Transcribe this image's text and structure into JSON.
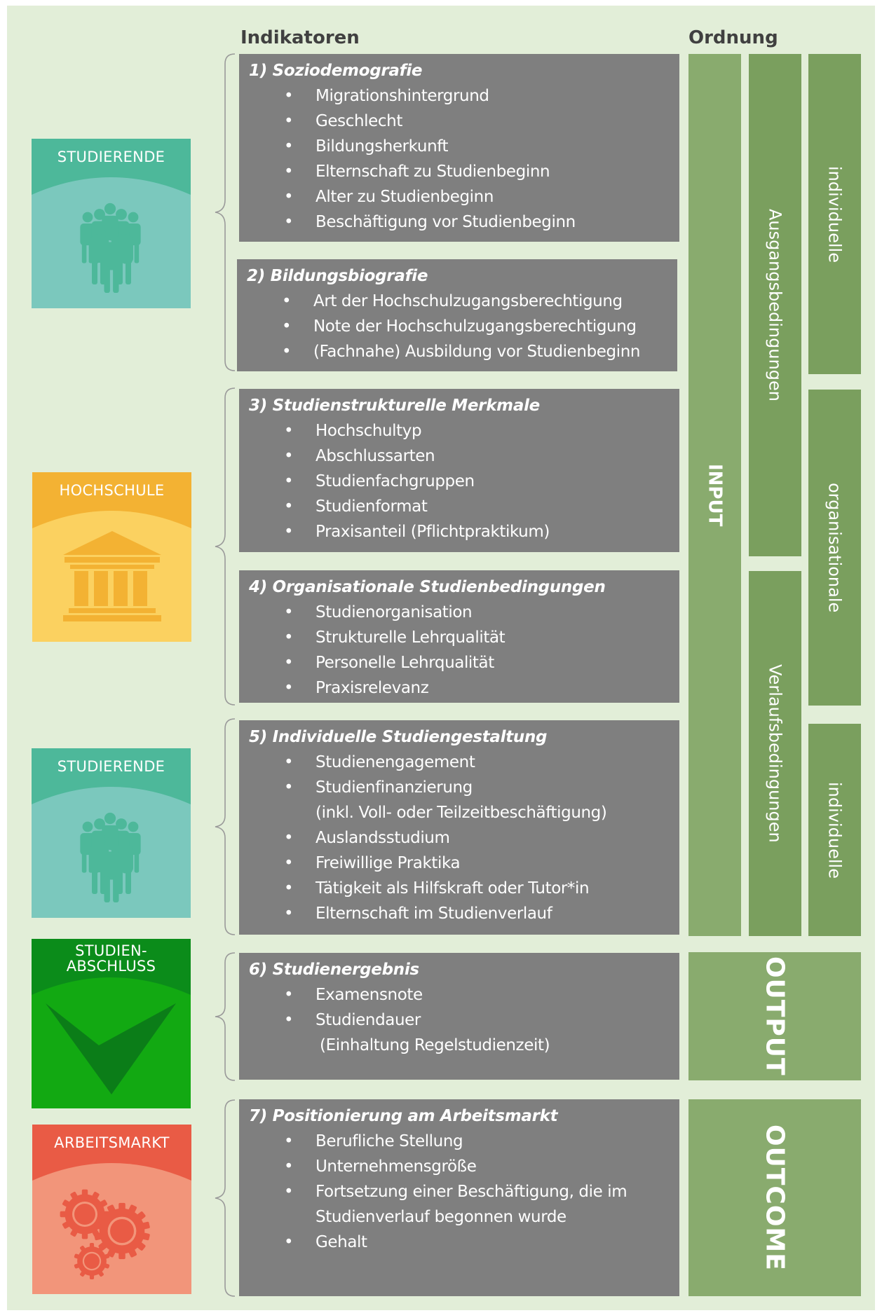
{
  "headers": {
    "indicators": "Indikatoren",
    "order": "Ordnung"
  },
  "categories": [
    {
      "label": "STUDIERENDE",
      "icon": "students-group-icon",
      "colors": {
        "top": "#4db89a",
        "bottom": "#7bc8bd",
        "icon": "#4db89a"
      }
    },
    {
      "label": "HOCHSCHULE",
      "icon": "university-building-icon",
      "colors": {
        "top": "#f3b233",
        "bottom": "#fbd160",
        "icon": "#f3b233"
      }
    },
    {
      "label": "STUDIERENDE",
      "icon": "students-group-icon",
      "colors": {
        "top": "#4db89a",
        "bottom": "#7bc8bd",
        "icon": "#4db89a"
      }
    },
    {
      "label_line1": "STUDIEN-",
      "label_line2": "ABSCHLUSS",
      "icon": "checkmark-icon",
      "colors": {
        "top": "#0b8c1a",
        "bottom": "#12a912",
        "icon": "#0b7d18"
      }
    },
    {
      "label": "ARBEITSMARKT",
      "icon": "gears-icon",
      "colors": {
        "top": "#e95b45",
        "bottom": "#f2957a",
        "icon": "#e95b45"
      }
    }
  ],
  "indicator_groups": [
    {
      "title": "1) Soziodemografie",
      "items": [
        [
          "Migrationshintergrund"
        ],
        [
          "Geschlecht"
        ],
        [
          "Bildungsherkunft"
        ],
        [
          "Elternschaft zu Studienbeginn"
        ],
        [
          "Alter zu Studienbeginn"
        ],
        [
          "Beschäftigung vor Studienbeginn"
        ]
      ]
    },
    {
      "title": "2) Bildungsbiografie",
      "items": [
        [
          "Art der Hochschulzugangsberechtigung"
        ],
        [
          "Note der Hochschulzugangsberechtigung"
        ],
        [
          "(Fachnahe) Ausbildung vor Studienbeginn"
        ]
      ]
    },
    {
      "title": "3) Studienstrukturelle Merkmale",
      "items": [
        [
          "Hochschultyp"
        ],
        [
          "Abschlussarten"
        ],
        [
          "Studienfachgruppen"
        ],
        [
          "Studienformat"
        ],
        [
          "Praxisanteil (Pflichtpraktikum)"
        ]
      ]
    },
    {
      "title": "4) Organisationale Studienbedingungen",
      "items": [
        [
          "Studienorganisation"
        ],
        [
          "Strukturelle Lehrqualität"
        ],
        [
          "Personelle Lehrqualität"
        ],
        [
          "Praxisrelevanz"
        ]
      ]
    },
    {
      "title": "5) Individuelle Studiengestaltung",
      "items": [
        [
          "Studienengagement"
        ],
        [
          "Studienfinanzierung",
          "(inkl. Voll- oder Teilzeitbeschäftigung)"
        ],
        [
          "Auslandsstudium"
        ],
        [
          "Freiwillige Praktika"
        ],
        [
          "Tätigkeit als Hilfskraft oder Tutor*in"
        ],
        [
          "Elternschaft im Studienverlauf"
        ]
      ]
    },
    {
      "title": "6) Studienergebnis",
      "items": [
        [
          "Examensnote"
        ],
        [
          "Studiendauer",
          " (Einhaltung Regelstudienzeit)"
        ]
      ]
    },
    {
      "title": "7) Positionierung am Arbeitsmarkt",
      "items": [
        [
          "Berufliche Stellung"
        ],
        [
          "Unternehmensgröße"
        ],
        [
          "Fortsetzung einer Beschäftigung, die im",
          "Studienverlauf begonnen wurde"
        ],
        [
          "Gehalt"
        ]
      ]
    }
  ],
  "order": {
    "input": "INPUT",
    "output": "OUTPUT",
    "outcome": "OUTCOME",
    "ausgangsbedingungen": "Ausgangsbedingungen",
    "verlaufsbedingungen": "Verlaufsbedingungen",
    "individuelle_1": "individuelle",
    "organisationale": "organisationale",
    "individuelle_2": "individuelle"
  },
  "bullet": "•",
  "colors": {
    "background": "#e2eed8",
    "panel": "#7f7f7f",
    "order_light": "#89ab6e",
    "order_mid": "#7a9f5e"
  }
}
